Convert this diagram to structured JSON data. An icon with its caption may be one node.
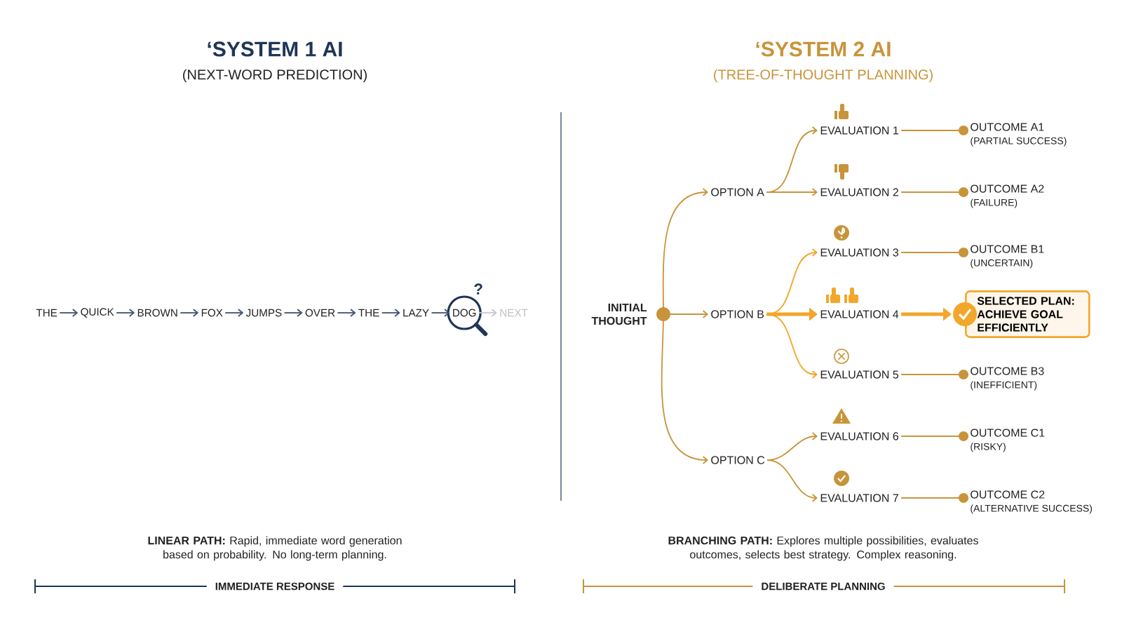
{
  "diagram": {
    "nodes": [
      {
        "text": [
          "THE"
        ]
      },
      {
        "text": [
          "QUICK"
        ]
      },
      {
        "text": [
          "BROWN"
        ]
      },
      {
        "text": [
          "FOX"
        ]
      },
      {
        "text": [
          "JUMPS"
        ]
      },
      {
        "text": [
          "OVER"
        ]
      },
      {
        "text": [
          "THE"
        ]
      },
      {
        "text": [
          "LAZY"
        ]
      },
      {
        "text": [
          "DOG"
        ]
      },
      {
        "text": [
          "NEXT"
        ]
      },
      {
        "text": [
          "INITIAL THOUGHT"
        ]
      },
      {
        "text": [
          "OPTION A"
        ]
      },
      {
        "text": [
          "OPTION B"
        ]
      },
      {
        "text": [
          "OPTION C"
        ]
      },
      {
        "text": [
          "EVALUATION 1"
        ]
      },
      {
        "text": [
          "EVALUATION 2"
        ]
      },
      {
        "text": [
          "EVALUATION 3"
        ]
      },
      {
        "text": [
          "EVALUATION 4"
        ]
      },
      {
        "text": [
          "EVALUATION 5"
        ]
      },
      {
        "text": [
          "EVALUATION 6"
        ]
      },
      {
        "text": [
          "EVALUATION 7"
        ]
      },
      {
        "text": [
          "OUTCOME A1",
          "(PARTIAL SUCCESS)"
        ]
      },
      {
        "text": [
          "OUTCOME A2",
          "(FAILURE)"
        ]
      },
      {
        "text": [
          "OUTCOME B1",
          "(UNCERTAIN)"
        ]
      },
      {
        "text": [
          "SELECTED PLAN: ACHIEVE GOAL EFFICIENTLY"
        ]
      },
      {
        "text": [
          "OUTCOME B3",
          "(INEFFICIENT)"
        ]
      },
      {
        "text": [
          "OUTCOME C1",
          "(RISKY)"
        ]
      },
      {
        "text": [
          "OUTCOME C2",
          "(ALTERNATIVE SUCCESS)"
        ]
      }
    ],
    "edges": [
      {
        "from": 0,
        "to": 1,
        "arrow": "to",
        "color": "#40536f"
      },
      {
        "from": 1,
        "to": 2,
        "arrow": "to",
        "color": "#40536f"
      },
      {
        "from": 2,
        "to": 3,
        "arrow": "to",
        "color": "#40536f"
      },
      {
        "from": 3,
        "to": 4,
        "arrow": "to",
        "color": "#40536f"
      },
      {
        "from": 4,
        "to": 5,
        "arrow": "to",
        "color": "#40536f"
      },
      {
        "from": 5,
        "to": 6,
        "arrow": "to",
        "color": "#40536f"
      },
      {
        "from": 6,
        "to": 7,
        "arrow": "to",
        "color": "#40536f"
      },
      {
        "from": 7,
        "to": 8,
        "arrow": "to",
        "color": "#40536f"
      },
      {
        "from": 8,
        "to": 9,
        "arrow": "to",
        "color": "#c4c8cf"
      },
      {
        "from": 10,
        "to": 11,
        "arrow": "to"
      },
      {
        "from": 10,
        "to": 12,
        "arrow": "to"
      },
      {
        "from": 10,
        "to": 13,
        "arrow": "to"
      },
      {
        "from": 11,
        "to": 14,
        "arrow": "to"
      },
      {
        "from": 11,
        "to": 15,
        "arrow": "to"
      },
      {
        "from": 12,
        "to": 16,
        "arrow": "to",
        "color": "#f2a62a"
      },
      {
        "from": 12,
        "to": 17,
        "arrow": "to",
        "style": "thick",
        "color": "#f2a62a"
      },
      {
        "from": 12,
        "to": 18,
        "arrow": "to",
        "color": "#f2a62a"
      },
      {
        "from": 13,
        "to": 19,
        "arrow": "to"
      },
      {
        "from": 13,
        "to": 20,
        "arrow": "to"
      },
      {
        "from": 14,
        "to": 21,
        "arrow": "other"
      },
      {
        "from": 15,
        "to": 22,
        "arrow": "other"
      },
      {
        "from": 16,
        "to": 23,
        "arrow": "other"
      },
      {
        "from": 17,
        "to": 24,
        "arrow": "to",
        "style": "thick",
        "color": "#f2a62a"
      },
      {
        "from": 18,
        "to": 25,
        "arrow": "other"
      },
      {
        "from": 19,
        "to": 26,
        "arrow": "other"
      },
      {
        "from": 20,
        "to": 27,
        "arrow": "other"
      }
    ],
    "labels": [
      "‘SYSTEM 1 AI",
      "(NEXT-WORD PREDICTION)",
      "‘SYSTEM 2 AI",
      "(TREE-OF-THOUGHT PLANNING)",
      "?",
      "**LINEAR PATH:** Rapid, immediate word generation based on probability. No long-term planning.",
      "**BRANCHING PATH:** Explores multiple possibilities, evaluates outcomes, selects best strategy. Complex reasoning.",
      "IMMEDIATE RESPONSE",
      "DELIBERATE PLANNING"
    ]
  }
}
